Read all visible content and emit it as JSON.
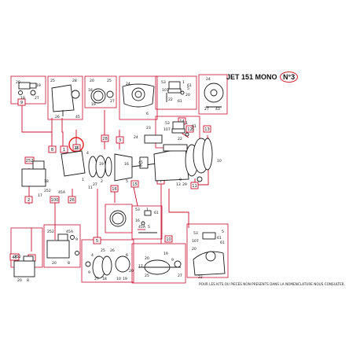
{
  "title": {
    "model": "JET 151 MONO",
    "number": "N°3"
  },
  "footnote": "POUR LES KITS OU PIECES NON PRESENTS DANS LA NOMENCLATURE NOUS CONSULTER.",
  "colors": {
    "callout_box": "#c8102e",
    "leader_line": "#c8102e",
    "part_outline": "#1a1a1a",
    "highlight_circle": "#e02020"
  },
  "callouts": [
    "9",
    "8",
    "1",
    "25",
    "252",
    "2",
    "100",
    "26",
    "28",
    "3",
    "16",
    "15",
    "7",
    "10",
    "11",
    "12",
    "13",
    "14",
    "5",
    "45",
    "6"
  ],
  "part_labels": {
    "kit9": [
      "20",
      "19",
      "18",
      "27"
    ],
    "kit1": [
      "25",
      "28",
      "26",
      "45"
    ],
    "kit28": [
      "20",
      "25",
      "19",
      "18",
      "27"
    ],
    "kit3": [
      "24",
      "6"
    ],
    "kit14_top": [
      "53",
      "1",
      "61",
      "107",
      "5",
      "22",
      "20",
      "61"
    ],
    "kit14_right": [
      "53",
      "1",
      "61",
      "107",
      "5",
      "22"
    ],
    "kit11": [
      "24",
      "27",
      "43"
    ],
    "kit100": [
      "252",
      "45A",
      "9",
      "20",
      "8"
    ],
    "kit252": [
      "252",
      "20",
      "8"
    ],
    "kit6": [
      "4",
      "25",
      "26",
      "6",
      "9",
      "27",
      "18",
      "10",
      "19",
      "20"
    ],
    "kit15": [
      "53",
      "1",
      "61",
      "16",
      "45A",
      "5"
    ],
    "kit7": [
      "20",
      "17",
      "25",
      "19",
      "9",
      "27"
    ],
    "kit13": [
      "53",
      "107",
      "61",
      "61",
      "5",
      "20",
      "22"
    ],
    "main": [
      "23",
      "24",
      "6",
      "29",
      "45",
      "8",
      "4",
      "1",
      "2",
      "5",
      "16",
      "18",
      "17",
      "252",
      "45A",
      "27",
      "9",
      "10",
      "11",
      "13",
      "19",
      "20",
      "16"
    ]
  }
}
